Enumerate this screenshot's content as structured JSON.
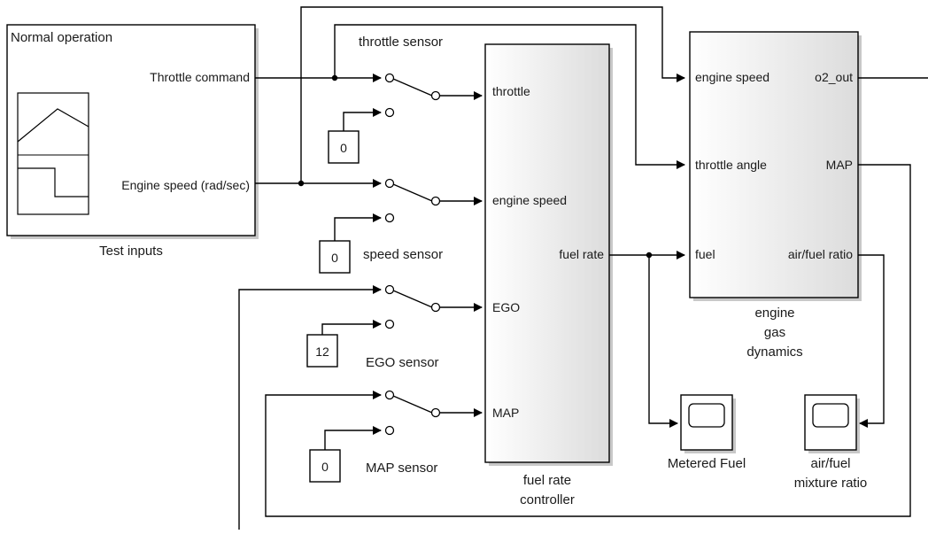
{
  "blocks": {
    "test_inputs": {
      "header": "Normal operation",
      "ports": [
        "Throttle command",
        "Engine speed (rad/sec)"
      ],
      "caption": "Test inputs"
    },
    "controller": {
      "in_ports": [
        "throttle",
        "engine speed",
        "EGO",
        "MAP"
      ],
      "out_port": "fuel rate",
      "caption": [
        "fuel rate",
        "controller"
      ]
    },
    "dynamics": {
      "in_ports": [
        "engine speed",
        "throttle angle",
        "fuel"
      ],
      "out_ports": [
        "o2_out",
        "MAP",
        "air/fuel ratio"
      ],
      "caption": [
        "engine",
        "gas",
        "dynamics"
      ]
    },
    "constants": [
      "0",
      "0",
      "12",
      "0"
    ],
    "sensor_labels": [
      "throttle sensor",
      "speed sensor",
      "EGO sensor",
      "MAP sensor"
    ],
    "scopes": [
      {
        "caption": [
          "Metered Fuel"
        ]
      },
      {
        "caption": [
          "air/fuel",
          "mixture ratio"
        ]
      }
    ]
  }
}
